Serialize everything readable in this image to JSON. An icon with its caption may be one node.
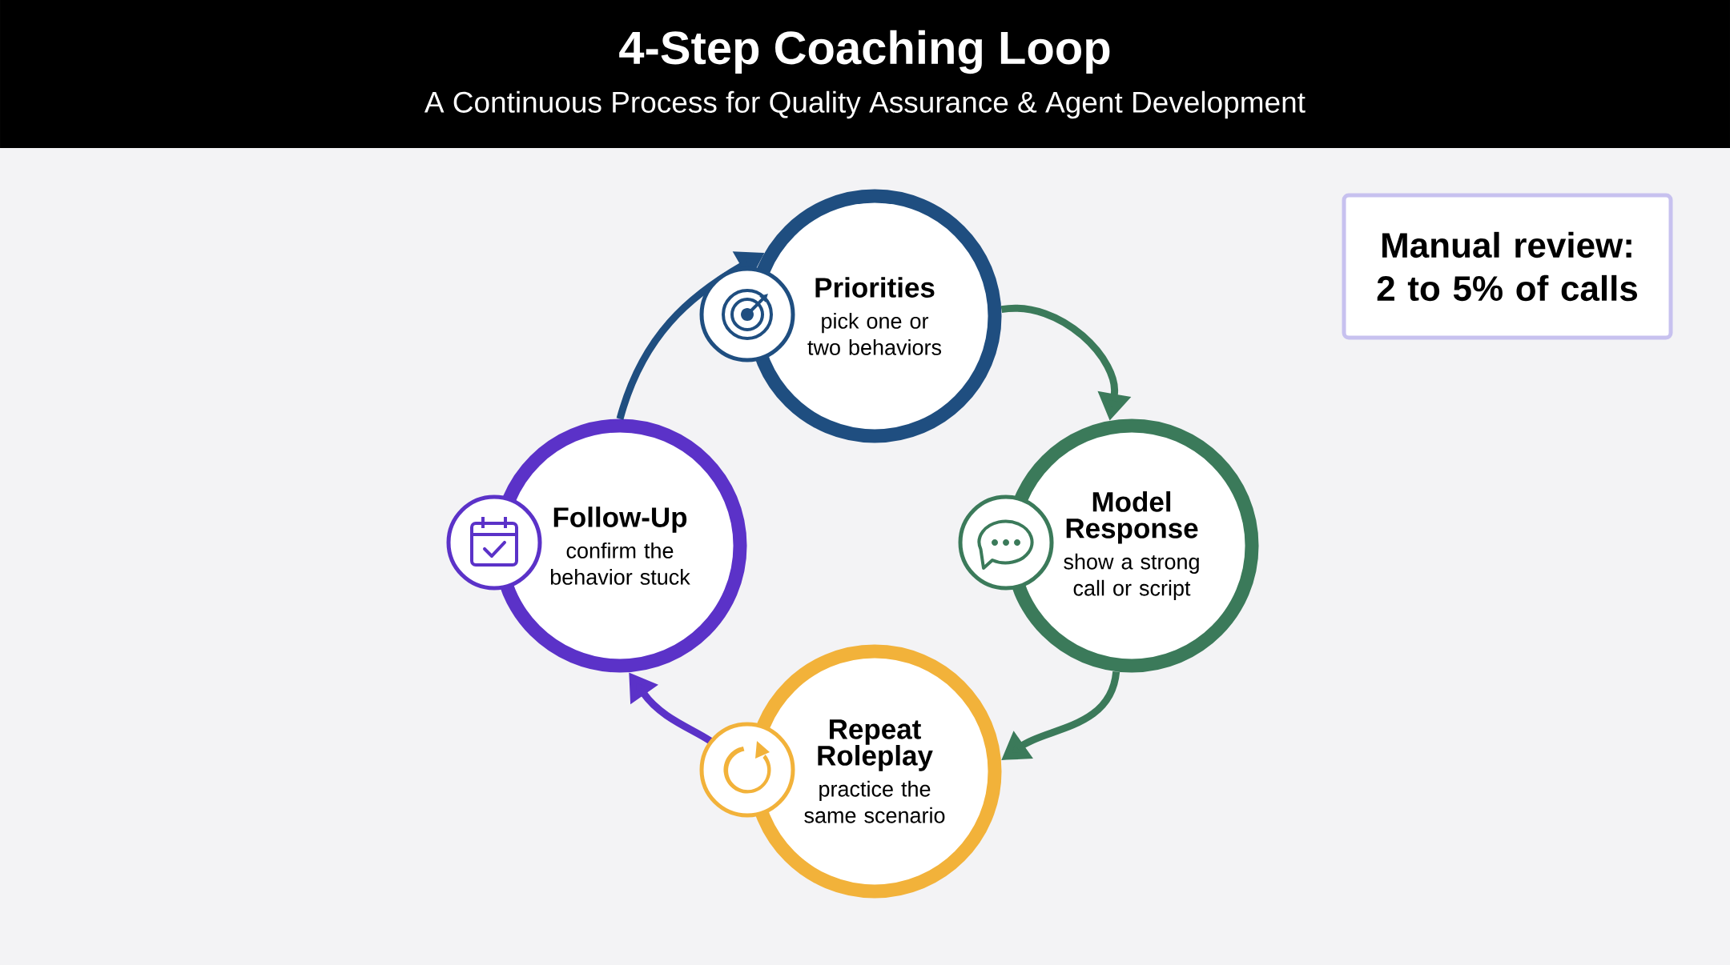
{
  "diagram": {
    "title": "4-Step Coaching Loop",
    "nodes": [
      {
        "text": [
          "Priorities",
          "pick one or two behaviors"
        ]
      },
      {
        "text": [
          "Model Response",
          "show a strong call or script"
        ]
      },
      {
        "text": [
          "Repeat Roleplay",
          "practice the same scenario"
        ]
      },
      {
        "text": [
          "Follow-Up",
          "confirm the behavior stuck"
        ]
      },
      {
        "text": [
          "Manual review: 2 to 5% of calls"
        ]
      }
    ],
    "edges": [
      {
        "from": 0,
        "to": 1,
        "arrow": "to"
      },
      {
        "from": 1,
        "to": 2,
        "arrow": "to"
      },
      {
        "from": 2,
        "to": 3,
        "arrow": "to",
        "color": "#5b32c8"
      },
      {
        "from": 3,
        "to": 0,
        "arrow": "to",
        "color": "#1f4e80"
      }
    ],
    "labels": [
      "A Continuous Process for Quality Assurance & Agent Development"
    ]
  }
}
